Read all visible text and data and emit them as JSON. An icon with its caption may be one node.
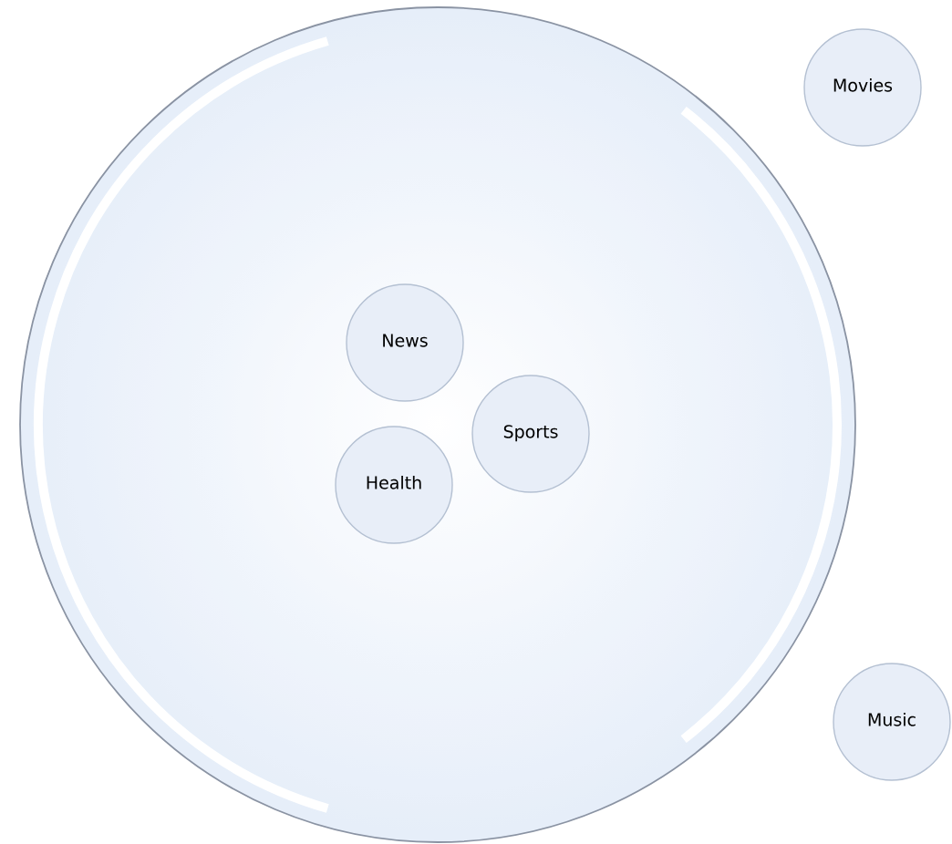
{
  "diagram": {
    "nodes": [
      {
        "text": [],
        "shape": "circle"
      },
      {
        "text": [
          "News"
        ],
        "in": 0
      },
      {
        "text": [
          "Sports"
        ],
        "in": 0
      },
      {
        "text": [
          "Health"
        ],
        "in": 0
      },
      {
        "text": [
          "Movies"
        ]
      },
      {
        "text": [
          "Music"
        ]
      }
    ]
  }
}
